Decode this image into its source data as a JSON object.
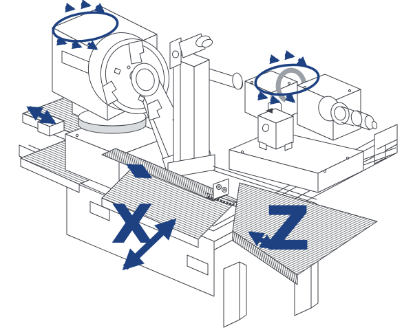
{
  "figure": {
    "description": "Isometric line drawing of a cylindrical grinding machine with blue motion annotations",
    "background_color": "#ffffff",
    "line_color": "#3b3f46",
    "annotation_color": "#1e4182"
  },
  "labels": {
    "x_axis": "X",
    "z_axis": "Z"
  },
  "annotations": {
    "wheelhead_rotation": "rotation ellipse with six arrows, top left",
    "workhead_rotation": "rotation ellipse with six arrows, center right",
    "infeed_double_arrow": "double-headed arrow on upper-left slide",
    "table_double_arrow": "double-headed arrow on center table ways",
    "x_axis_double_arrow": "large double-headed arrow, front left",
    "z_axis_double_arrow": "double-headed arrow on front right table"
  }
}
